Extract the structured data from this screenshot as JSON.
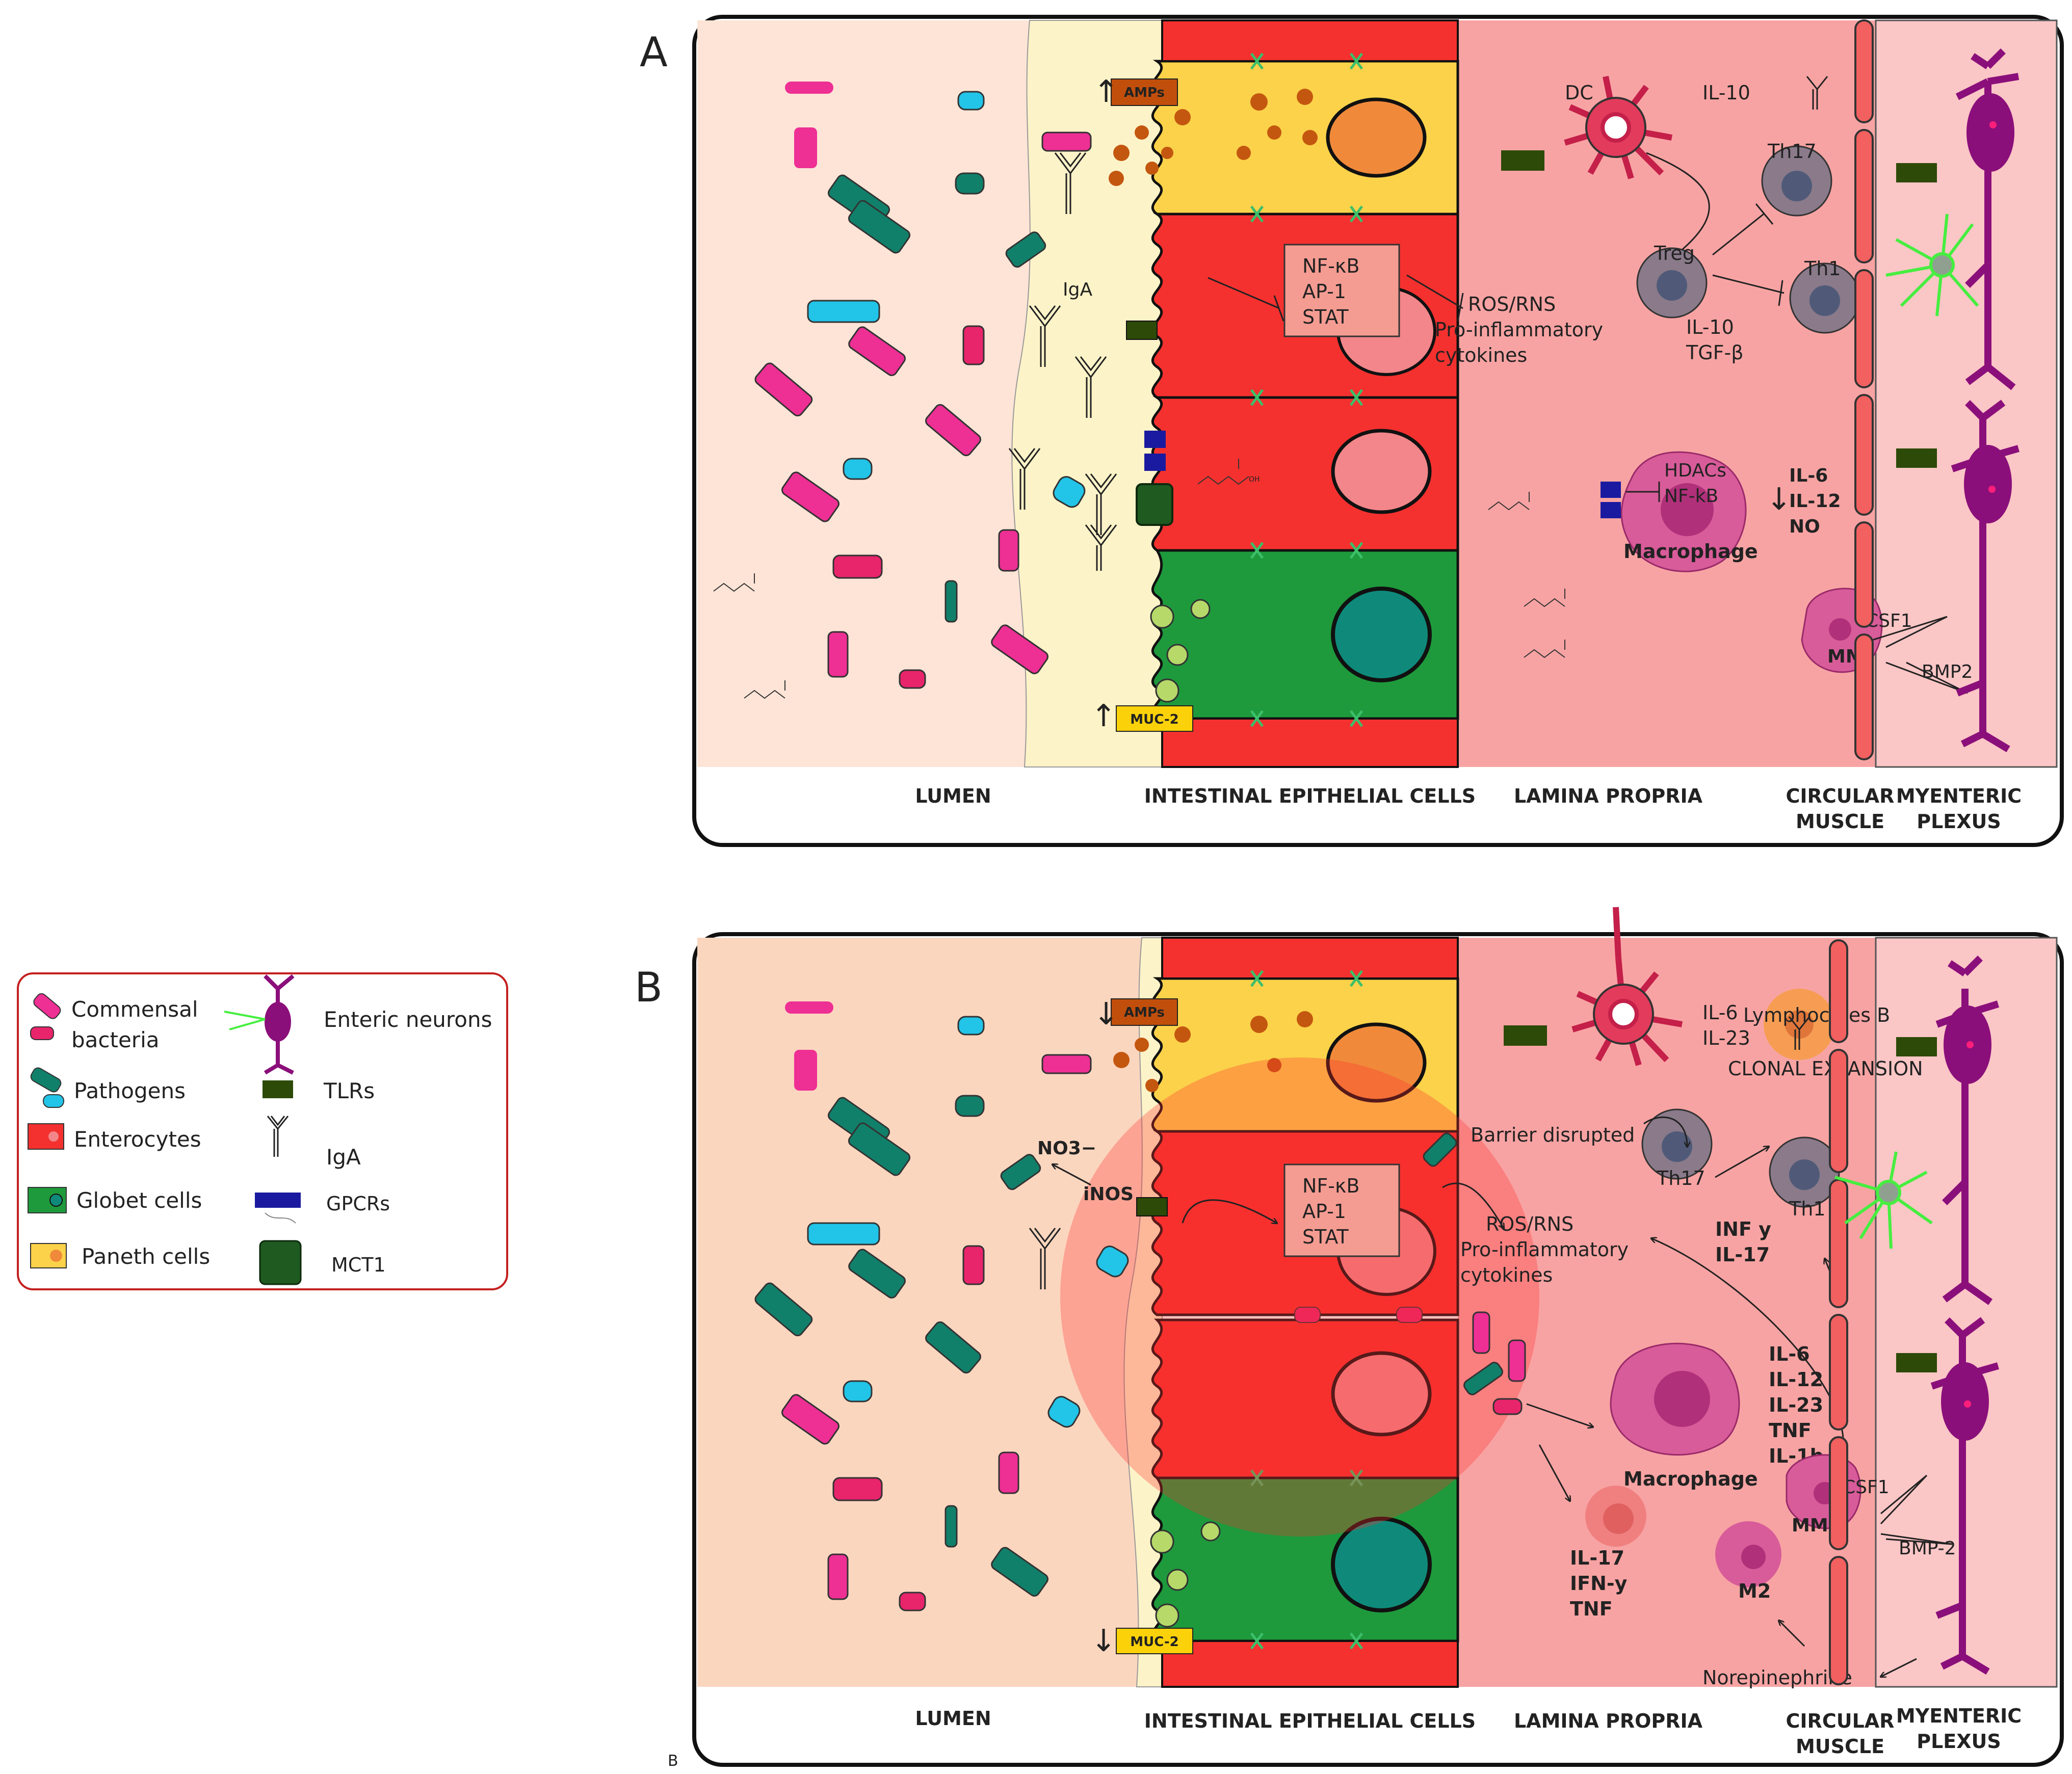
{
  "panel_a": {
    "letter": "A",
    "arrow_up_amps": "↑",
    "amps": "AMPs",
    "arrow_up_muc": "↑",
    "muc2": "MUC-2",
    "iga": "IgA",
    "nfkb_box": [
      "NF-κB",
      "AP-1",
      "STAT"
    ],
    "ros_rns": [
      "ROS/RNS",
      "Pro-inflammatory",
      "cytokines"
    ],
    "dc": "DC",
    "il10_dc": "IL-10",
    "th17": "Th17",
    "th1": "Th1",
    "treg": "Treg",
    "il10_tgf": [
      "IL-10",
      "TGF-β"
    ],
    "hdacs": "HDACs",
    "nfkb_mac": "NF-kB",
    "macrophage": "Macrophage",
    "arrow_down": "↓",
    "cytokines_down": [
      "IL-6",
      "IL-12",
      "NO"
    ],
    "mm": "MM",
    "csf1": "CSF1",
    "bmp2": "BMP2",
    "oh": "OH"
  },
  "panel_b": {
    "letter": "B",
    "arrow_down_amps": "↓",
    "amps": "AMPs",
    "arrow_down_muc": "↓",
    "muc2": "MUC-2",
    "no3": "NO3−",
    "inos": "iNOS",
    "nfkb_box": [
      "NF-κB",
      "AP-1",
      "STAT"
    ],
    "ros_rns": [
      "ROS/RNS",
      "Pro-inflammatory",
      "cytokines"
    ],
    "barrier": "Barrier disrupted",
    "il6_il23": [
      "IL-6",
      "IL-23"
    ],
    "lymphocytes_b": "Lymphocytes B",
    "clonal": "CLONAL EXPANSION",
    "th17": "Th17",
    "th1": "Th1",
    "inf_il17": [
      "INF y",
      "IL-17"
    ],
    "macrophage": "Macrophage",
    "il17_ifn_tnf": [
      "IL-17",
      "IFN-y",
      "TNF"
    ],
    "cytokines_list": [
      "IL-6",
      "IL-12",
      "IL-23",
      "TNF",
      "IL-1b"
    ],
    "mm": "MM",
    "csf1": "CSF1",
    "bmp2": "BMP-2",
    "m2": "M2",
    "norepinephrine": "Norepinephrine",
    "small_b": "B"
  },
  "regions": {
    "lumen": "LUMEN",
    "iec": "INTESTINAL EPITHELIAL CELLS",
    "lamina": "LAMINA PROPRIA",
    "circular": [
      "CIRCULAR",
      "MUSCLE"
    ],
    "myenteric": [
      "MYENTERIC",
      "PLEXUS"
    ]
  },
  "legend": {
    "commensal": [
      "Commensal",
      "bacteria"
    ],
    "pathogens": "Pathogens",
    "enterocytes": "Enterocytes",
    "globet": "Globet cells",
    "paneth": "Paneth cells",
    "enteric": "Enteric neurons",
    "tlrs": "TLRs",
    "iga": "IgA",
    "gpcrs": "GPCRs",
    "mct1": "MCT1"
  },
  "colors": {
    "lumen_a": "#fde4d6",
    "lumen_b": "#fbd6bf",
    "mucus": "#fdf3c8",
    "enterocyte": "#f4312f",
    "paneth": "#fbd24a",
    "goblet": "#1e9a3c",
    "lamina": "#f8a3a3",
    "plexus": "#fbc6c6",
    "neuron": "#8b0f7a",
    "commensal": "#ee2f94",
    "pathogen": "#11806a",
    "tlr": "#2d4a08",
    "gpcr": "#1a1aa0",
    "cyan": "#22c4e8"
  }
}
